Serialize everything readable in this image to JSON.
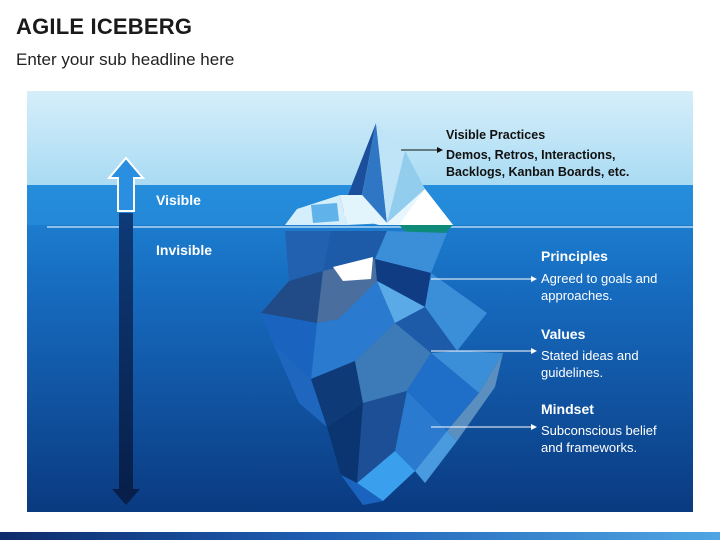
{
  "header": {
    "title": "AGILE ICEBERG",
    "subtitle": "Enter your sub headline here"
  },
  "diagram": {
    "visible_label": "Visible",
    "invisible_label": "Invisible",
    "visible_practices": {
      "heading": "Visible Practices",
      "line1": "Demos, Retros, Interactions,",
      "line2": "Backlogs, Kanban Boards, etc."
    },
    "layers": [
      {
        "heading": "Principles",
        "line1": "Agreed to goals and",
        "line2": "approaches."
      },
      {
        "heading": "Values",
        "line1": "Stated ideas and",
        "line2": "guidelines."
      },
      {
        "heading": "Mindset",
        "line1": "Subconscious belief",
        "line2": "and frameworks."
      }
    ]
  },
  "colors": {
    "sky": "#c8e9f8",
    "water_surface": "#1d7bd0",
    "water_deep": "#0b3f86",
    "ice_light": "#e6f6fe",
    "ice_dark": "#1c4e9a"
  }
}
